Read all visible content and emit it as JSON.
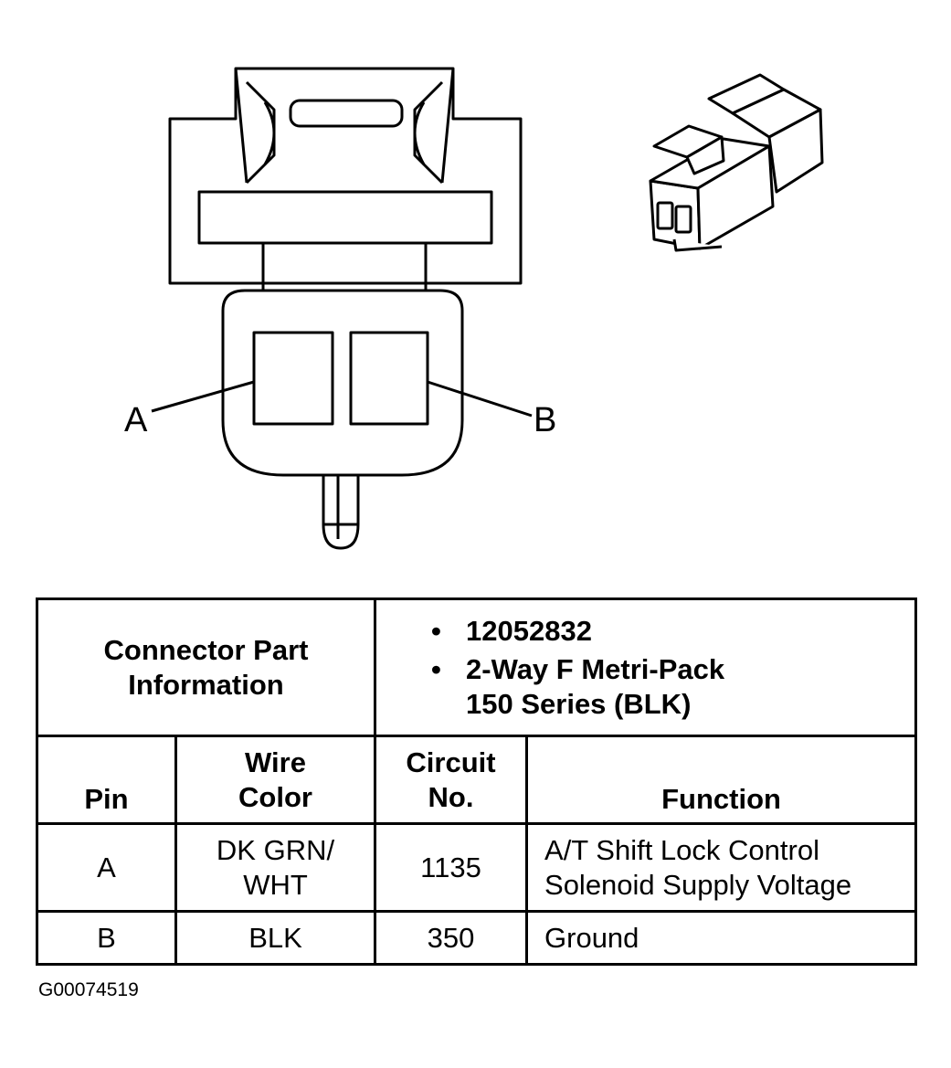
{
  "diagram": {
    "pin_a_label": "A",
    "pin_b_label": "B"
  },
  "table": {
    "connector_part_label": "Connector Part\nInformation",
    "part_info": [
      "12052832",
      "2-Way F Metri-Pack\n150 Series (BLK)"
    ],
    "headers": {
      "pin": "Pin",
      "wire_color": "Wire\nColor",
      "circuit": "Circuit\nNo.",
      "function": "Function"
    },
    "rows": [
      {
        "pin": "A",
        "wire_color": "DK GRN/\nWHT",
        "circuit": "1135",
        "function": "A/T Shift Lock Control\nSolenoid Supply Voltage"
      },
      {
        "pin": "B",
        "wire_color": "BLK",
        "circuit": "350",
        "function": "Ground"
      }
    ]
  },
  "figure_id": "G00074519"
}
